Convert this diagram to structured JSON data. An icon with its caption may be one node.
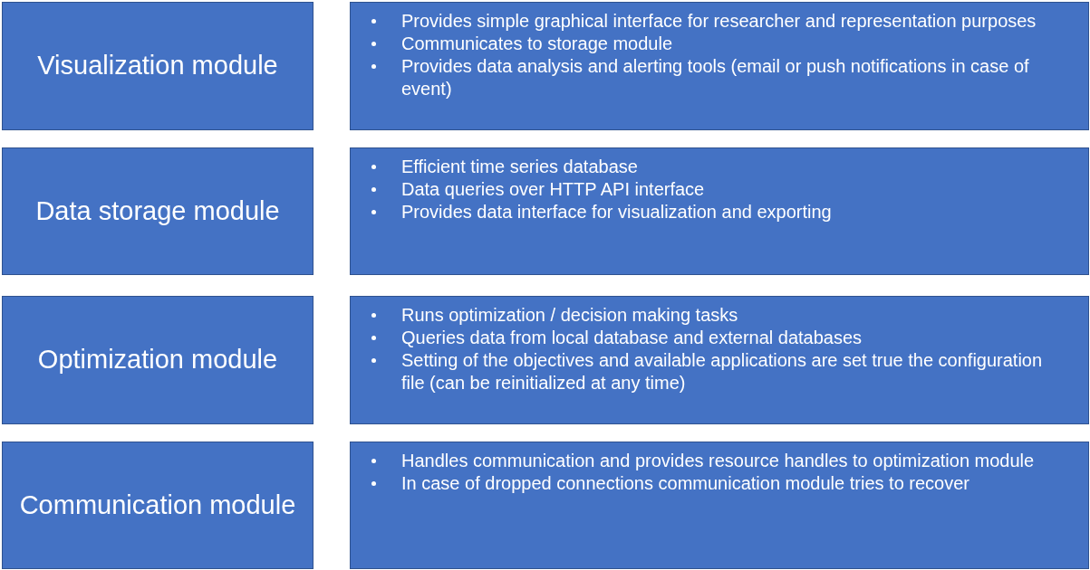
{
  "diagram": {
    "nodes": [
      {
        "text": [
          "Visualization module"
        ]
      },
      {
        "text": [
          "Provides simple graphical interface for researcher and representation purposes",
          "Communicates to storage module",
          "Provides data analysis and alerting tools (email or push notifications in case of event)"
        ]
      },
      {
        "text": [
          "Data storage module"
        ]
      },
      {
        "text": [
          "Efficient time series database",
          "Data queries over HTTP API interface",
          "Provides data interface for visualization and exporting"
        ]
      },
      {
        "text": [
          "Optimization module"
        ]
      },
      {
        "text": [
          "Runs optimization / decision making tasks",
          "Queries data from local database and external databases",
          "Setting of the objectives and available applications are set true the configuration file (can be reinitialized at any time)"
        ]
      },
      {
        "text": [
          "Communication module"
        ]
      },
      {
        "text": [
          "Handles communication and provides resource handles to optimization module",
          "In case of dropped connections communication module tries to recover"
        ]
      }
    ]
  }
}
